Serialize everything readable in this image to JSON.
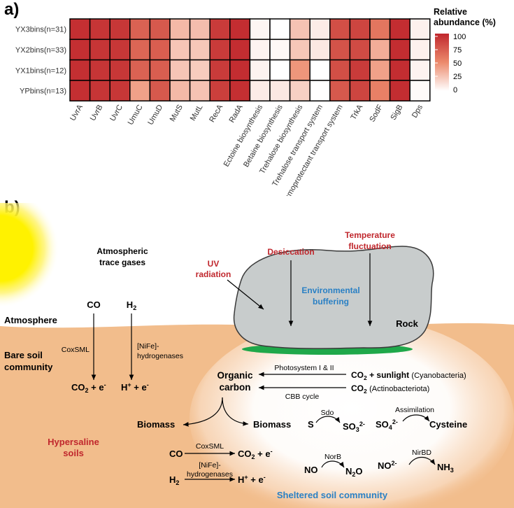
{
  "panel_a": {
    "label": "a)",
    "rows": [
      "YX3bins(n=31)",
      "YX2bins(n=33)",
      "YX1bins(n=12)",
      "YPbins(n=13)"
    ],
    "columns": [
      "UvrA",
      "UvrB",
      "UvrC",
      "UmuC",
      "UmuD",
      "MutS",
      "MutL",
      "RecA",
      "RadA",
      "Ectoine biosynthesis",
      "Betaine biosynthesis",
      "Trehalose biosynthesis",
      "Trehalose transport system",
      "Osmoprotectant transport system",
      "TrkA",
      "SodF",
      "SigB",
      "Dps"
    ],
    "legend_title_1": "Relative",
    "legend_title_2": "abundance (%)",
    "legend_ticks": [
      "100",
      "75",
      "50",
      "25",
      "0"
    ],
    "low_color": "#ffffff",
    "high_color": "#c0272d"
  },
  "chart_data": {
    "type": "heatmap",
    "x": [
      "UvrA",
      "UvrB",
      "UvrC",
      "UmuC",
      "UmuD",
      "MutS",
      "MutL",
      "RecA",
      "RadA",
      "Ectoine biosynthesis",
      "Betaine biosynthesis",
      "Trehalose biosynthesis",
      "Trehalose transport system",
      "Osmoprotectant transport system",
      "TrkA",
      "SodF",
      "SigB",
      "Dps"
    ],
    "y": [
      "YX3bins(n=31)",
      "YX2bins(n=33)",
      "YX1bins(n=12)",
      "YPbins(n=13)"
    ],
    "values": [
      [
        96,
        93,
        92,
        70,
        75,
        30,
        28,
        90,
        97,
        4,
        0,
        26,
        8,
        80,
        85,
        60,
        97,
        6
      ],
      [
        96,
        93,
        92,
        68,
        72,
        25,
        24,
        90,
        97,
        5,
        3,
        24,
        10,
        78,
        82,
        35,
        97,
        6
      ],
      [
        96,
        93,
        92,
        70,
        72,
        25,
        22,
        90,
        97,
        5,
        0,
        45,
        0,
        80,
        90,
        40,
        97,
        5
      ],
      [
        96,
        93,
        92,
        40,
        75,
        30,
        26,
        88,
        96,
        8,
        10,
        20,
        0,
        75,
        85,
        55,
        97,
        2
      ]
    ],
    "colorbar_range": [
      0,
      100
    ],
    "colorbar_title": "Relative abundance (%)"
  },
  "panel_b": {
    "label": "b)",
    "uv_1": "UV",
    "uv_2": "radiation",
    "desiccation": "Desiccation",
    "temp_1": "Temperature",
    "temp_2": "fluctuation",
    "env_1": "Environmental",
    "env_2": "buffering",
    "rock": "Rock",
    "atm_gases_1": "Atmospheric",
    "atm_gases_2": "trace gases",
    "co": "CO",
    "h2": "H",
    "atmosphere": "Atmosphere",
    "bare_1": "Bare soil",
    "bare_2": "community",
    "coxsml": "CoxSML",
    "nife_1": "[NiFe]-",
    "nife_2": "hydrogenases",
    "co2_e": "CO",
    "h_e": "H",
    "organic_1": "Organic",
    "organic_2": "carbon",
    "photosystem": "Photosystem I & II",
    "co2_sun": "CO",
    "sunlight": " + sunlight ",
    "cyano": "(Cyanobacteria)",
    "cbb": "CBB cycle",
    "actino": "(Actinobacteriota)",
    "biomass": "Biomass",
    "sdo": "Sdo",
    "s": "S",
    "so3": "SO",
    "assim": "Assimilation",
    "so4": "SO",
    "cysteine": "Cysteine",
    "hyper_1": "Hypersaline",
    "hyper_2": "soils",
    "norb": "NorB",
    "no": "NO",
    "n2o": "N",
    "nirbd": "NirBD",
    "no2": "NO",
    "nh3": "NH",
    "sheltered": "Sheltered soil community"
  },
  "colors": {
    "soil": "#f2bd8c",
    "rock": "#c8cccc",
    "biofilm": "#1fa84a",
    "red_text": "#c0272d",
    "blue_text": "#2a80c4",
    "sun": "#fff200"
  }
}
